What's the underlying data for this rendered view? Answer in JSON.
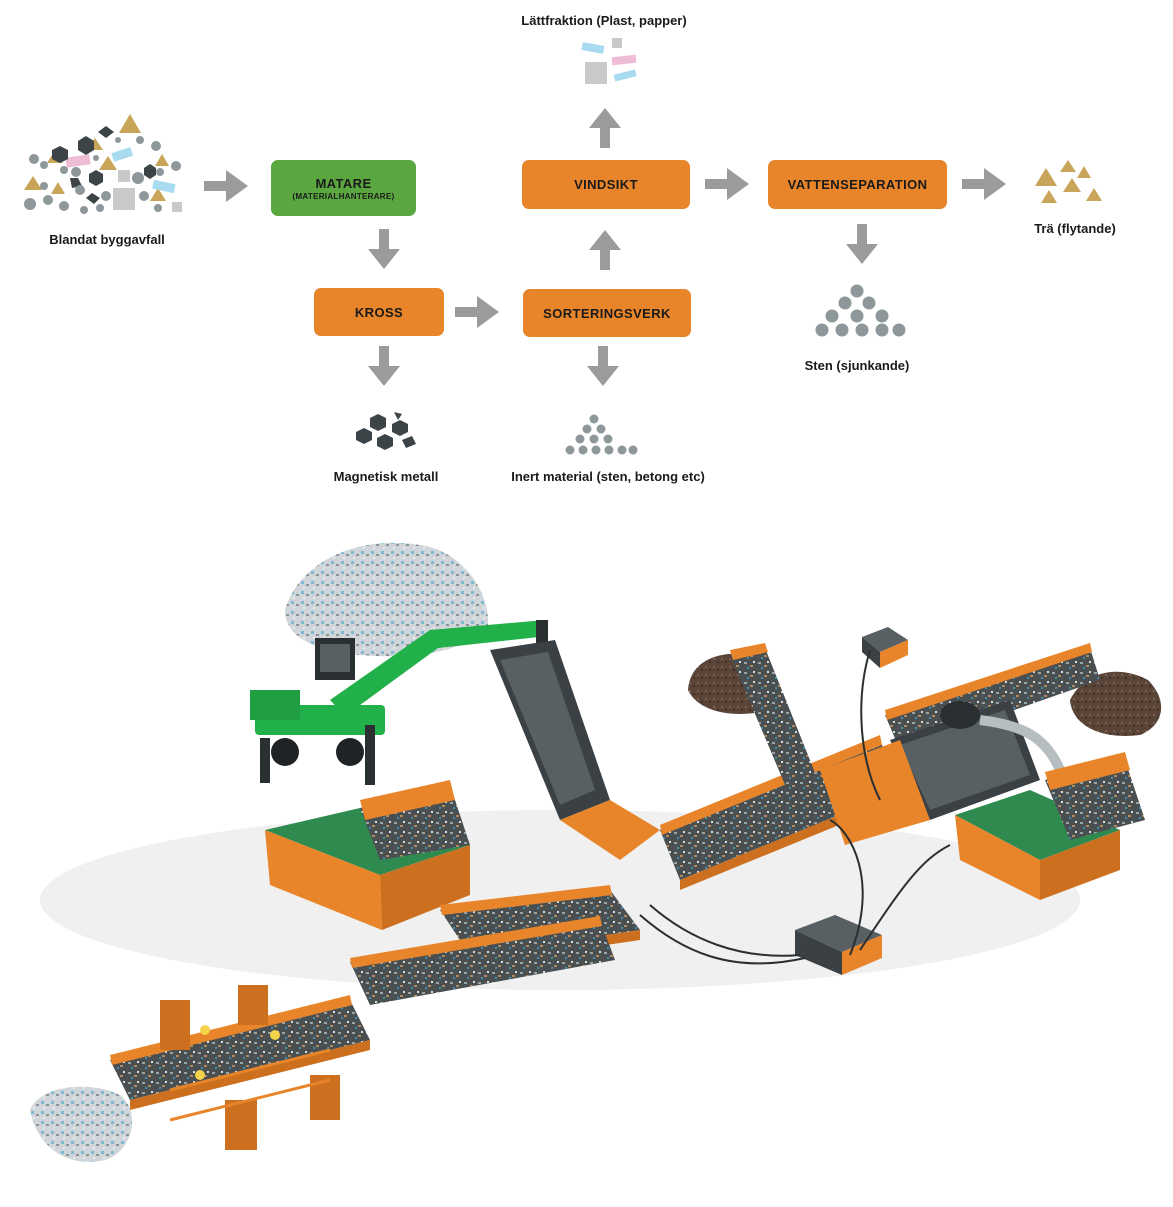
{
  "flow": {
    "input_label": "Blandat byggavfall",
    "boxes": {
      "matare": {
        "title": "MATARE",
        "subtitle": "(MATERIALHANTERARE)",
        "color": "#5aa63f"
      },
      "kross": {
        "title": "KROSS",
        "color": "#e8852a"
      },
      "sorteringsverk": {
        "title": "SORTERINGSVERK",
        "color": "#e8852a"
      },
      "vindsikt": {
        "title": "VINDSIKT",
        "color": "#e8852a"
      },
      "vattenseparation": {
        "title": "VATTENSEPARATION",
        "color": "#e8852a"
      }
    },
    "outputs": {
      "magnetic_metal": "Magnetisk metall",
      "inert": "Inert material (sten, betong etc)",
      "light_fraction": "Lättfraktion (Plast, papper)",
      "stone": "Sten (sjunkande)",
      "wood": "Trä (flytande)"
    }
  },
  "colors": {
    "arrow": "#9b9b9b",
    "orange": "#e8852a",
    "green": "#5aa63f",
    "stone": "#8e989b",
    "wood": "#c9a55a",
    "metal": "#3c4447",
    "plastic_blue": "#a9dbf0",
    "paper_pink": "#efbcd6",
    "grey_block": "#c7c9ca"
  },
  "illustration": {
    "subject": "recycling-plant-3d-illustration"
  }
}
